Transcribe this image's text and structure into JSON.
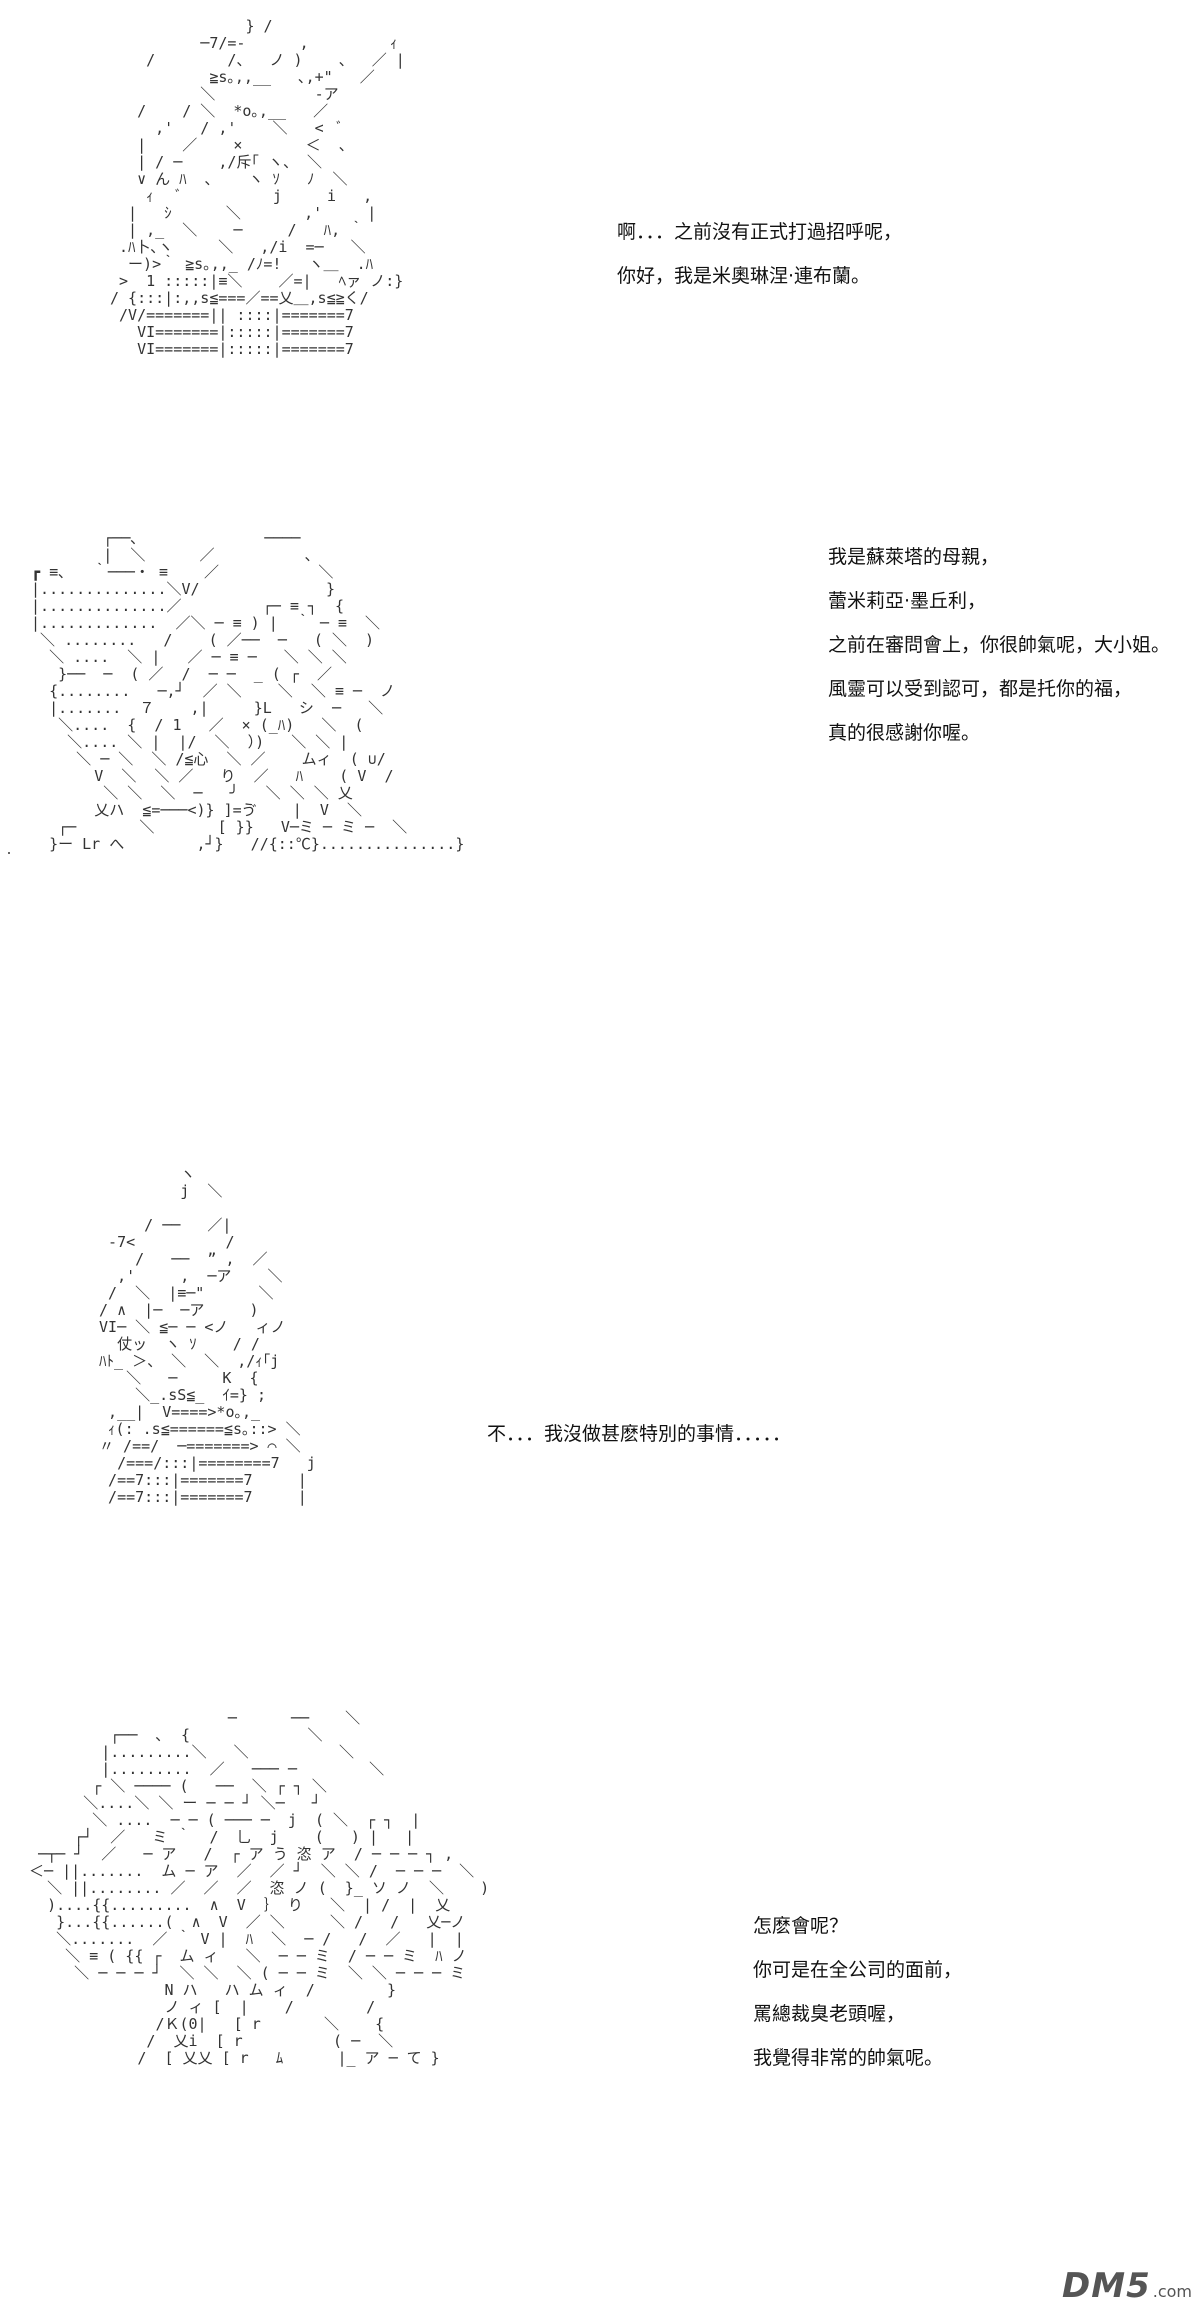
{
  "panels": [
    {
      "lines": [
        "啊．．．之前沒有正式打過招呼呢，",
        "你好，我是米奧琳涅·連布蘭。"
      ]
    },
    {
      "lines": [
        "我是蘇萊塔的母親，",
        "蕾米莉亞·墨丘利，",
        "之前在審問會上，你很帥氣呢，大小姐。",
        "風靈可以受到認可，都是托你的福，",
        "真的很感謝你喔。"
      ]
    },
    {
      "lines": [
        "不．．．我沒做甚麽特別的事情．．．．．"
      ]
    },
    {
      "lines": [
        "怎麽會呢？",
        "你可是在全公司的面前，",
        "罵總裁臭老頭喔，",
        "我覺得非常的帥氣呢。"
      ]
    }
  ],
  "watermark": {
    "main": "DM5",
    "sub": ".com"
  }
}
